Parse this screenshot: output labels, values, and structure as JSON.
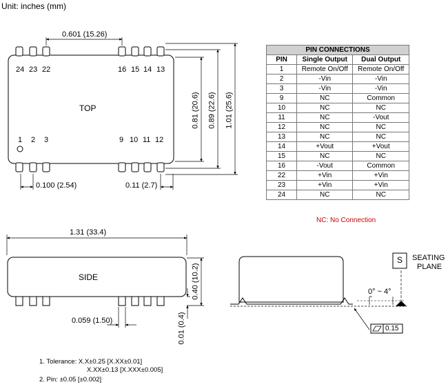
{
  "unit_label": "Unit: inches (mm)",
  "top_view": {
    "label": "TOP",
    "pins_top_left": [
      "24",
      "23",
      "22"
    ],
    "pins_top_right": [
      "16",
      "15",
      "14",
      "13"
    ],
    "pins_bottom_left": [
      "1",
      "2",
      "3"
    ],
    "pins_bottom_right": [
      "9",
      "10",
      "11",
      "12"
    ],
    "dim_pin_span": "0.601 (15.26)",
    "dim_pitch": "0.100 (2.54)",
    "dim_pin_offset": "0.11 (2.7)",
    "dim_body_width": "0.81 (20.6)",
    "dim_pin_width": "0.89 (22.6)",
    "dim_total_width": "1.01 (25.6)"
  },
  "side_view": {
    "label": "SIDE",
    "dim_length": "1.31 (33.4)",
    "dim_height": "0.40 (10.2)",
    "dim_pin_width": "0.059 (1.50)",
    "dim_standoff": "0.01 (0.4)"
  },
  "end_view": {
    "datum": "S",
    "seating_plane": "SEATING",
    "seating_plane_2": "PLANE",
    "angle": "0° ~ 4°",
    "tolerance": "0.15"
  },
  "pin_table": {
    "title": "PIN CONNECTIONS",
    "headers": [
      "PIN",
      "Single Output",
      "Dual Output"
    ],
    "rows": [
      [
        "1",
        "Remote On/Off",
        "Remote On/Off"
      ],
      [
        "2",
        "-Vin",
        "-Vin"
      ],
      [
        "3",
        "-Vin",
        "-Vin"
      ],
      [
        "9",
        "NC",
        "Common"
      ],
      [
        "10",
        "NC",
        "NC"
      ],
      [
        "11",
        "NC",
        "-Vout"
      ],
      [
        "12",
        "NC",
        "NC"
      ],
      [
        "13",
        "NC",
        "NC"
      ],
      [
        "14",
        "+Vout",
        "+Vout"
      ],
      [
        "15",
        "NC",
        "NC"
      ],
      [
        "16",
        "-Vout",
        "Common"
      ],
      [
        "22",
        "+Vin",
        "+Vin"
      ],
      [
        "23",
        "+Vin",
        "+Vin"
      ],
      [
        "24",
        "NC",
        "NC"
      ]
    ],
    "footnote": "NC: No Connection"
  },
  "notes": {
    "tolerance_1": "1. Tolerance: X.X±0.25 [X.XX±0.01]",
    "tolerance_2": "X.XX±0.13 [X.XXX±0.005]",
    "pin": "2. Pin: ±0.05 [±0.002]"
  }
}
